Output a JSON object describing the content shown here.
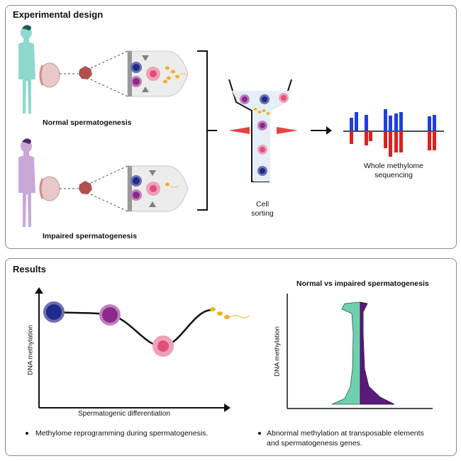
{
  "panels": {
    "design_title": "Experimental design",
    "results_title": "Results"
  },
  "design": {
    "normal_label": "Normal spermatogenesis",
    "impaired_label": "Impaired spermatogenesis",
    "cell_sorting_label": "Cell\nsorting",
    "sequencing_label": "Whole methylome\nsequencing"
  },
  "results": {
    "left_ylabel": "DNA methylation",
    "left_xlabel": "Spermatogenic differentiation",
    "right_title": "Normal vs impaired spermatogenesis",
    "right_ylabel": "DNA methylation",
    "bullet_left": "Methylome reprogramming during spermatogenesis.",
    "bullet_right_line1": "Abnormal methylation at transposable elements",
    "bullet_right_line2": "and spermatogenesis genes."
  },
  "colors": {
    "spermatogonia_dark": "#1f2a8a",
    "spermatocyte_purple": "#8a2a8a",
    "spermatid_pink": "#e0507a",
    "sperm_gold": "#f0b020",
    "normal_figure": "#8fd8cc",
    "impaired_figure": "#c9a8d8",
    "methyl_up": "#1f3fe0",
    "methyl_down": "#e02020",
    "violin_normal": "#6fd0b0",
    "violin_impaired": "#5a1a7a"
  },
  "icons": [
    "human-figure-icon",
    "testis-icon",
    "tissue-biopsy-icon",
    "seminiferous-tubule-icon",
    "cell-sorter-icon",
    "arrow-right-icon",
    "methylome-bars-icon",
    "bullet-icon"
  ]
}
